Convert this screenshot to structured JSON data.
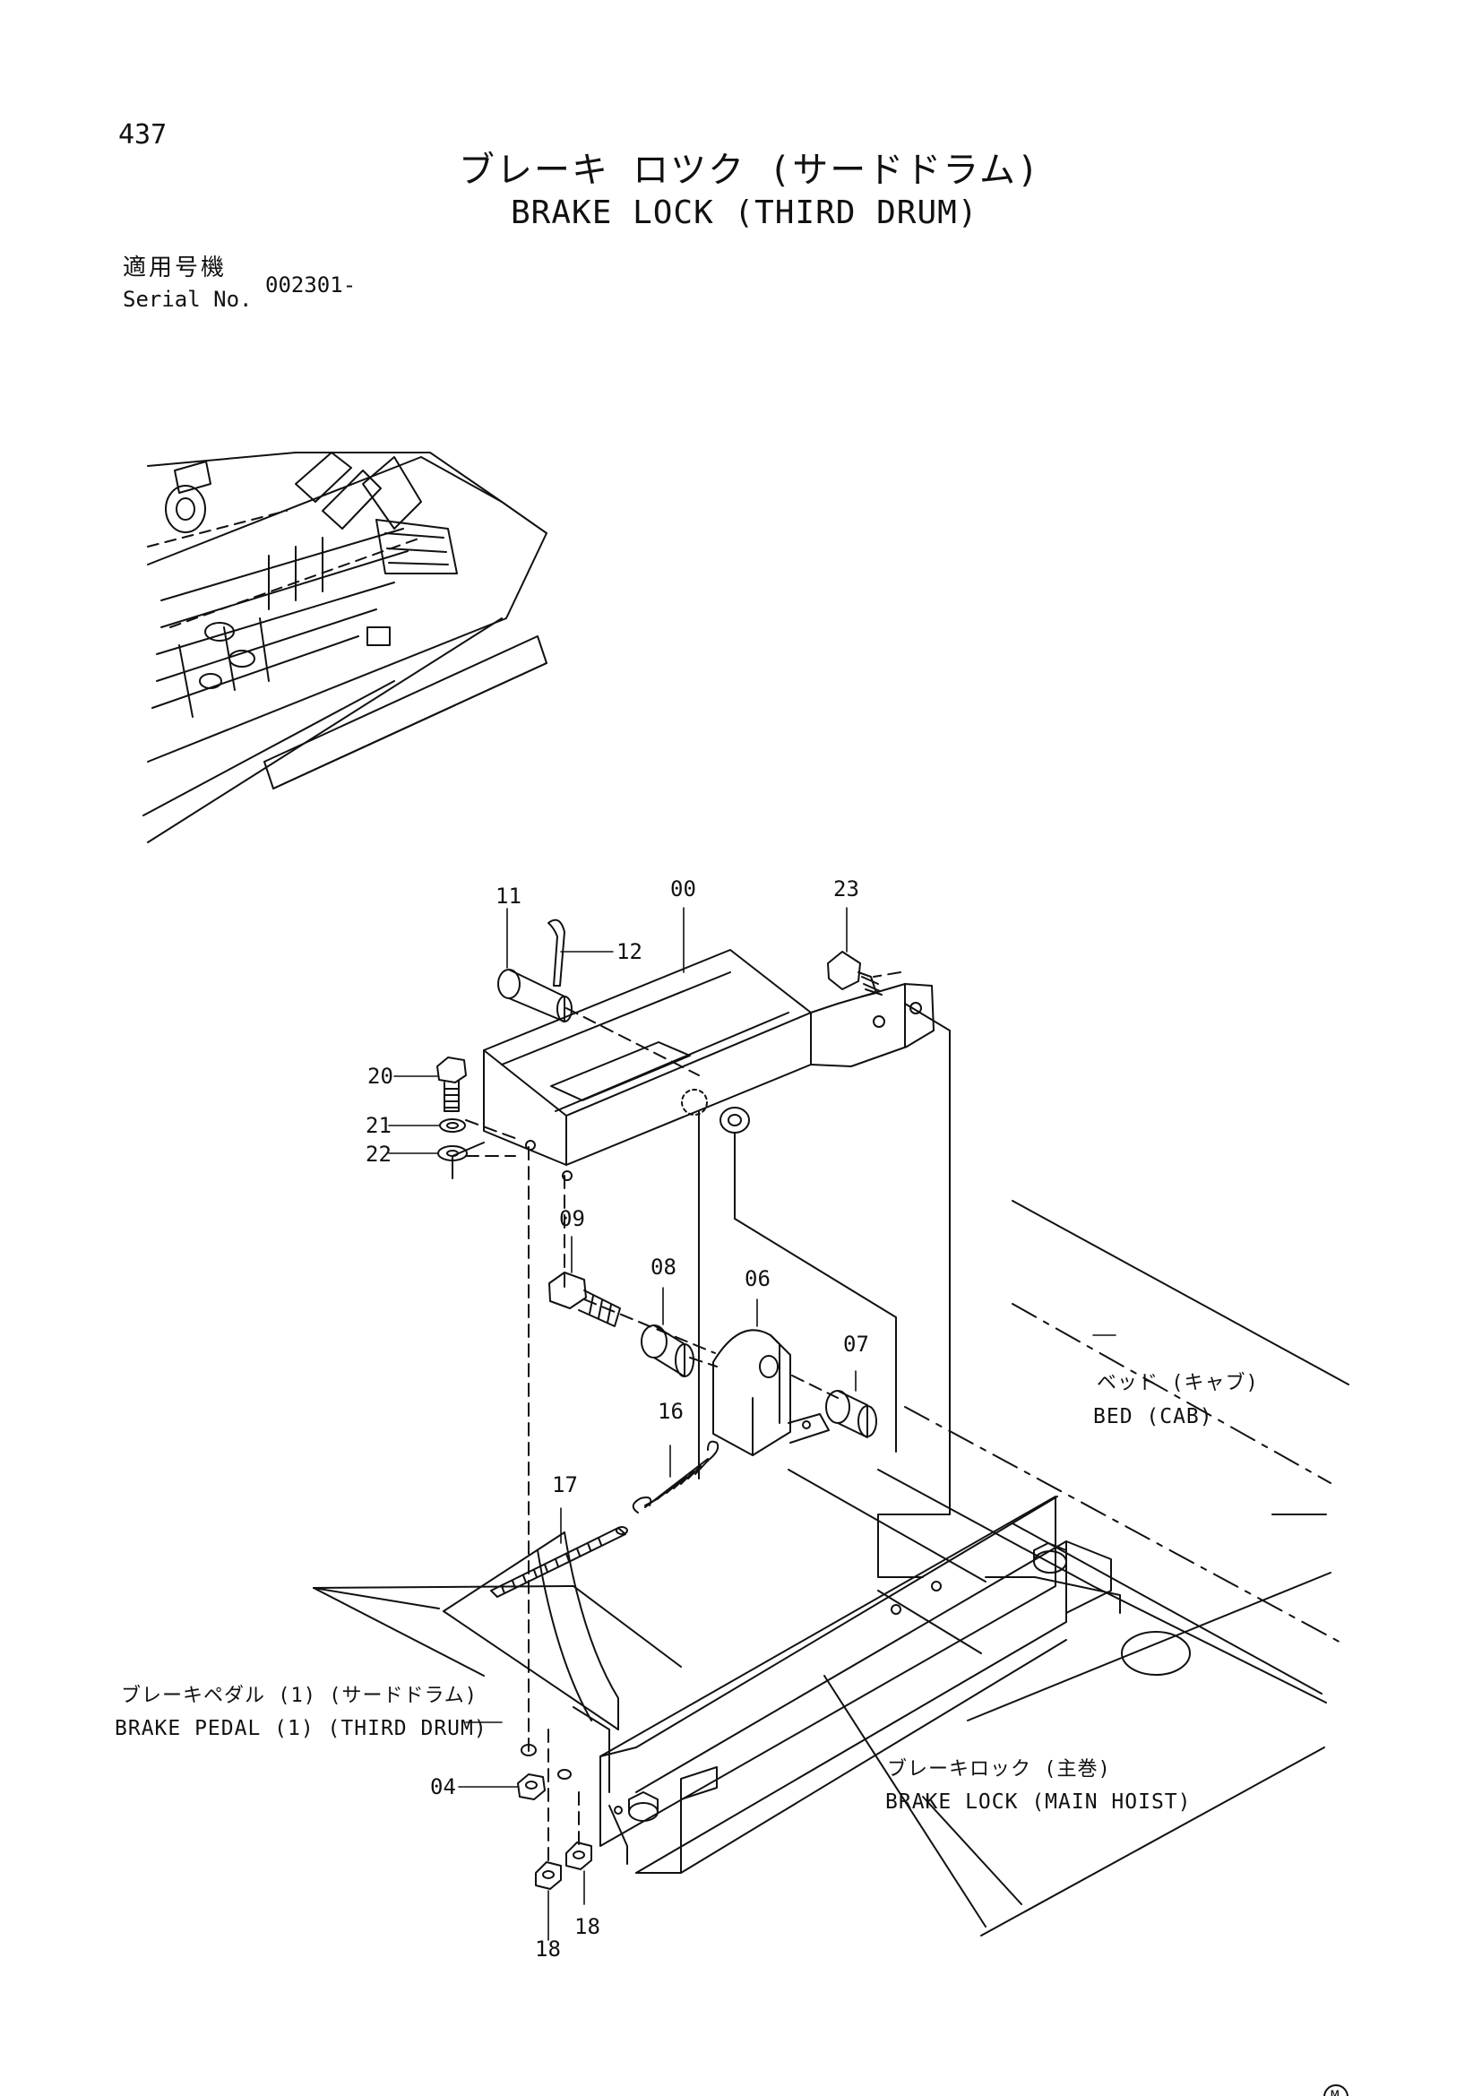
{
  "page": {
    "number": "437",
    "title_jp": "ブレーキ ロツク (サードドラム)",
    "title_en": "BRAKE LOCK (THIRD DRUM)"
  },
  "serial": {
    "label_jp": "適用号機",
    "label_en": "Serial No.",
    "value": "002301-"
  },
  "callouts": [
    {
      "id": "11",
      "text": "11"
    },
    {
      "id": "00",
      "text": "00"
    },
    {
      "id": "23",
      "text": "23"
    },
    {
      "id": "12",
      "text": "12"
    },
    {
      "id": "20",
      "text": "20"
    },
    {
      "id": "21",
      "text": "21"
    },
    {
      "id": "22",
      "text": "22"
    },
    {
      "id": "09",
      "text": "09"
    },
    {
      "id": "08",
      "text": "08"
    },
    {
      "id": "06",
      "text": "06"
    },
    {
      "id": "07",
      "text": "07"
    },
    {
      "id": "16",
      "text": "16"
    },
    {
      "id": "17",
      "text": "17"
    },
    {
      "id": "04",
      "text": "04"
    },
    {
      "id": "18a",
      "text": "18"
    },
    {
      "id": "18b",
      "text": "18"
    }
  ],
  "references": {
    "bed_cab_jp": "ベッド (キャブ)",
    "bed_cab_en": "BED (CAB)",
    "brake_pedal_jp": "ブレーキペダル (1) (サードドラム)",
    "brake_pedal_en": "BRAKE PEDAL (1) (THIRD DRUM)",
    "brake_lock_main_jp": "ブレーキロック (主巻)",
    "brake_lock_main_en": "BRAKE LOCK (MAIN HOIST)"
  },
  "corner_mark": "M"
}
